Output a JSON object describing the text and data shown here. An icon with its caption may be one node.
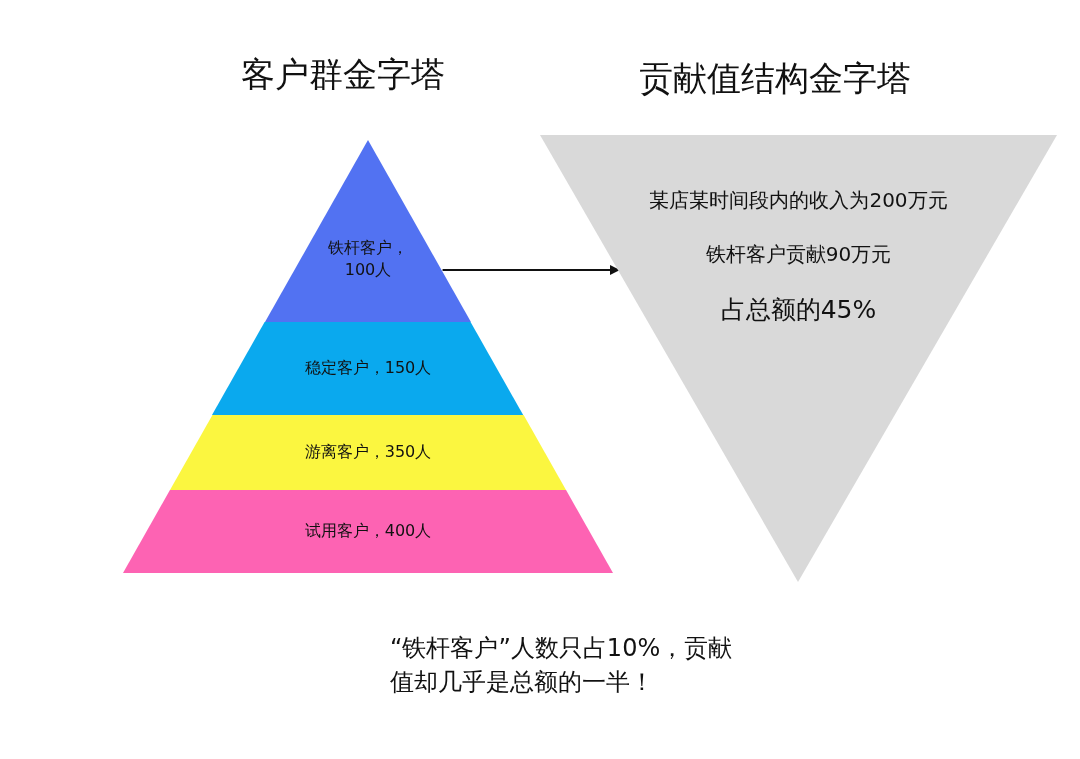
{
  "diagram": {
    "caption": "“铁杆客户”人数只占10%，贡献值却几乎是总额的一半！",
    "nodes": [
      {
        "text": [
          "铁杆客户，100人"
        ]
      },
      {
        "text": [
          "稳定客户，150人"
        ]
      },
      {
        "text": [
          "游离客户，350人"
        ]
      },
      {
        "text": [
          "试用客户，400人"
        ]
      },
      {
        "text": [
          "某店某时间段内的收入为200万元",
          "铁杆客户贡献90万元",
          "占总额的45%"
        ]
      }
    ],
    "edges": [
      {
        "from": 0,
        "to": 4,
        "arrow": "to"
      }
    ],
    "labels": [
      "客户群金字塔",
      "贡献值结构金字塔"
    ]
  }
}
